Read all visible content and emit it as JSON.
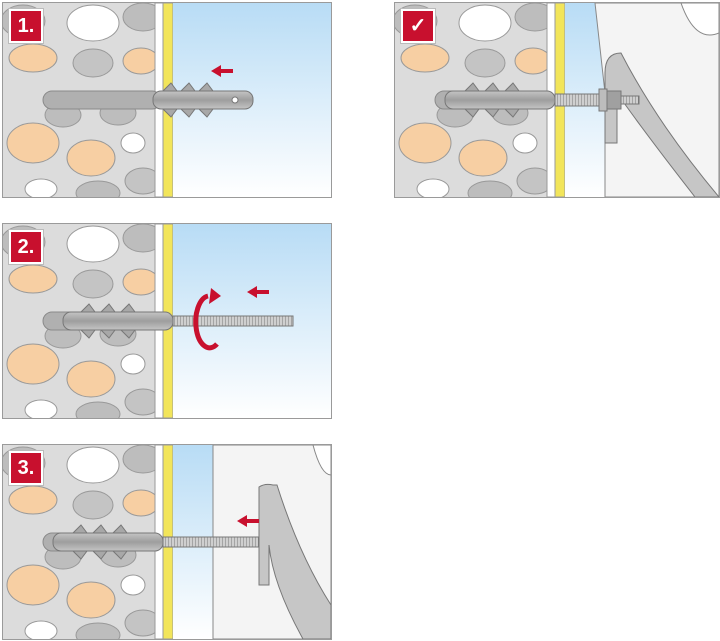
{
  "steps": [
    {
      "label": "1."
    },
    {
      "label": "2."
    },
    {
      "label": "3."
    },
    {
      "label": "✓"
    }
  ],
  "colors": {
    "accent": "#c8102e",
    "wall": "#dcdcdc",
    "stone_grey": "#b5b5b5",
    "stone_orange": "#f7cfa3",
    "stone_white": "#ffffff",
    "insulation": "#f2e55a",
    "cavity_sky": "#cfe6f7",
    "plug": "#a9a9a9"
  },
  "icons": {
    "step1_arrow": "arrow-left-icon",
    "step2_arrow": "arrow-left-icon",
    "step2_rotate": "rotate-icon",
    "step3_arrow": "arrow-left-icon",
    "done": "checkmark-icon"
  }
}
